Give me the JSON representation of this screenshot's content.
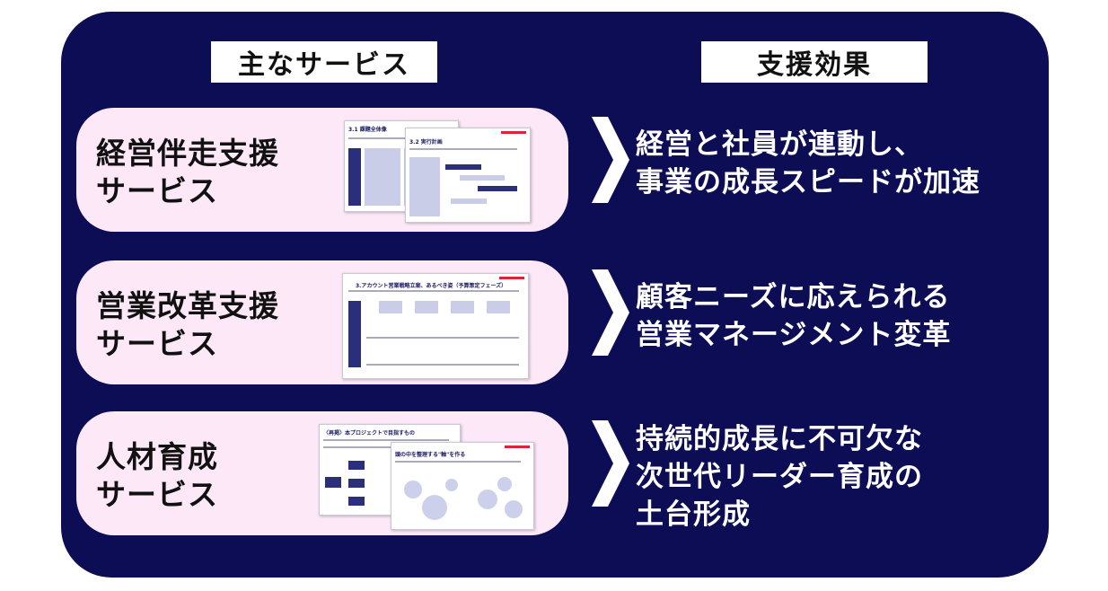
{
  "headers": {
    "services": "主なサービス",
    "effects": "支援効果"
  },
  "rows": [
    {
      "service_lines": [
        "経営伴走支援",
        "サービス"
      ],
      "effect_lines": [
        "経営と社員が連動し、",
        "事業の成長スピードが加速"
      ]
    },
    {
      "service_lines": [
        "営業改革支援",
        "サービス"
      ],
      "effect_lines": [
        "顧客ニーズに応えられる",
        "営業マネージメント変革"
      ]
    },
    {
      "service_lines": [
        "人材育成",
        "サービス"
      ],
      "effect_lines": [
        "持続的成長に不可欠な",
        "次世代リーダー育成の",
        "土台形成"
      ]
    }
  ],
  "thumbnails": {
    "row1_back_title": "3.1 課題全体像",
    "row1_front_title": "3.2 実行計画",
    "row2_title": "3.アカウント営業戦略立案、あるべき姿（予算策定フェーズ）",
    "row3_back_title": "〈再掲〉本プロジェクトで目指すもの",
    "row3_front_title": "頭の中を整理する\"軸\"を作る"
  },
  "colors": {
    "panel": "#0c0d55",
    "card": "#fde8f8",
    "header_bg": "#ffffff",
    "arrow": "#ffffff"
  }
}
